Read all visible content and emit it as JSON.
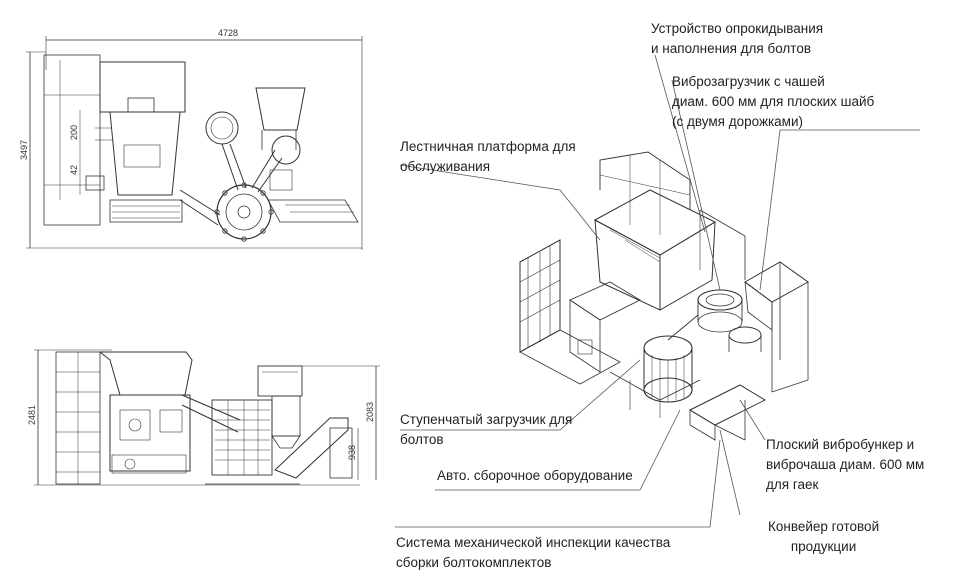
{
  "dimensions": {
    "top_width": "4728",
    "top_height": "3497",
    "top_inner_1": "200",
    "top_inner_2": "42",
    "side_left_height": "2481",
    "side_right_height": "2083",
    "side_small": "938"
  },
  "callouts": {
    "tipping_device": [
      "Устройство опрокидывания",
      "и наполнения для болтов"
    ],
    "vibro_loader": [
      "Виброзагрузчик с чашей",
      "диам. 600 мм для плоских шайб",
      "(с двумя дорожками)"
    ],
    "ladder_platform": [
      "Лестничная платформа для",
      "обслуживания"
    ],
    "step_loader": [
      "Ступенчатый загрузчик для",
      "болтов"
    ],
    "auto_assembly": [
      "Авто. сборочное оборудование"
    ],
    "flat_vibro_bunker": [
      "Плоский вибробункер и",
      "виброчаша диам. 600 мм",
      "для  гаек"
    ],
    "conveyor": [
      "Конвейер готовой",
      "продукции"
    ],
    "inspection_system": [
      "Система механической инспекции качества",
      "сборки болтокомплектов"
    ]
  },
  "colors": {
    "line": "#333333",
    "text": "#222222",
    "leader": "#555555"
  }
}
